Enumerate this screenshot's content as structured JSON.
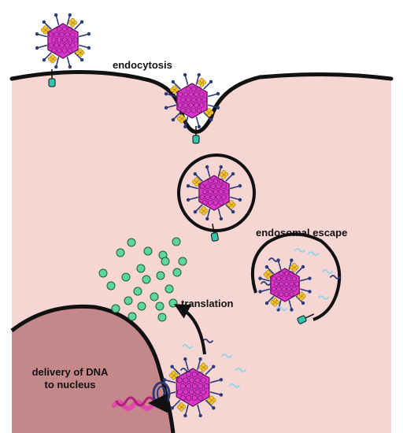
{
  "labels": {
    "endocytosis": "endocytosis",
    "endosomal_escape": "endosomal escape",
    "translation": "translation",
    "delivery_line1": "delivery of DNA",
    "delivery_line2": "to nucleus"
  },
  "colors": {
    "cytoplasm": "#f5d6d2",
    "nucleus": "#c4888a",
    "membrane": "#111111",
    "capsid": "#d936c9",
    "capsid_outline": "#5a1055",
    "fiber_knob": "#f2c12e",
    "fiber_stalk": "#2d3a7a",
    "receptor": "#33c4b0",
    "protein": "#5fd79a",
    "dna": "#e04aa8",
    "rna_fragments": "#8fd3e8",
    "arrow": "#111111"
  }
}
